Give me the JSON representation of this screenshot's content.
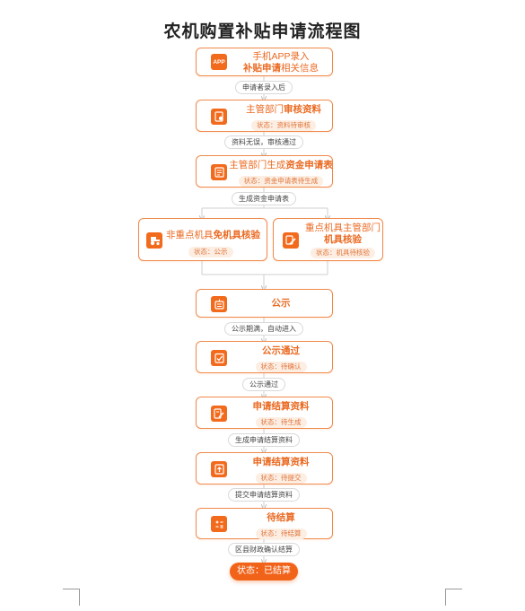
{
  "title": "农机购置补贴申请流程图",
  "nodes": {
    "n1": {
      "line1": "手机APP录入",
      "line2_bold": "补贴申请",
      "line2_rest": "相关信息",
      "icon_text": "APP",
      "icon": "phone-app-icon"
    },
    "n2": {
      "prefix": "主管部门",
      "bold": "审核资料",
      "status": "状态：资料待审核",
      "icon": "document-review-icon"
    },
    "n3": {
      "prefix": "主管部门生成",
      "bold": "资金申请表",
      "status": "状态：资金申请表待生成",
      "icon": "form-list-icon"
    },
    "n4l": {
      "prefix": "非重点机具",
      "bold": "免机具核验",
      "status": "状态：公示",
      "icon": "tractor-icon"
    },
    "n4r": {
      "line1": "重点机具主管部门",
      "bold": "机具核验",
      "status": "状态：机具待核验",
      "icon": "edit-document-icon"
    },
    "n5": {
      "bold": "公示",
      "icon": "announcement-icon"
    },
    "n6": {
      "bold": "公示通过",
      "status": "状态：待确认",
      "icon": "checklist-icon"
    },
    "n7": {
      "bold": "申请结算资料",
      "status": "状态：待生成",
      "icon": "document-edit-icon"
    },
    "n8": {
      "bold": "申请结算资料",
      "status": "状态：待提交",
      "icon": "upload-document-icon"
    },
    "n9": {
      "bold": "待结算",
      "status": "状态：待结算",
      "icon": "calculator-icon"
    }
  },
  "labels": {
    "l1": "申请者录入后",
    "l2": "资料无误，审核通过",
    "l3": "生成资金申请表",
    "l4": "公示期满，自动进入",
    "l5": "公示通过",
    "l6": "生成申请结算资料",
    "l7": "提交申请结算资料",
    "l8": "区县财政确认结算"
  },
  "final": "状态：已结算",
  "colors": {
    "accent": "#f26a1b",
    "border": "#f08a4b",
    "badge_bg": "#fdeee3",
    "connector": "#cfcfcf"
  }
}
